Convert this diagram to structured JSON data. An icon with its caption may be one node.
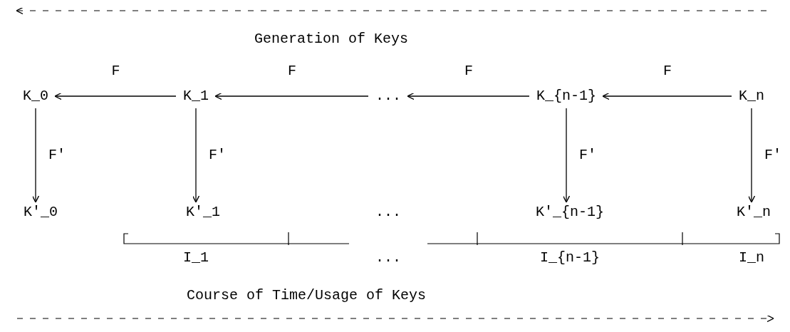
{
  "diagram": {
    "nodes": [
      {
        "text": [
          "K_0"
        ]
      },
      {
        "text": [
          "K_1"
        ]
      },
      {
        "text": [
          "..."
        ]
      },
      {
        "text": [
          "K_{n-1}"
        ]
      },
      {
        "text": [
          "K_n"
        ]
      },
      {
        "text": [
          "K'_0"
        ]
      },
      {
        "text": [
          "K'_1"
        ]
      },
      {
        "text": [
          "K'_{n-1}"
        ]
      },
      {
        "text": [
          "K'_n"
        ]
      }
    ],
    "edges": [
      {
        "from": 1,
        "to": 0,
        "arrow": "to",
        "label": "F"
      },
      {
        "from": 2,
        "to": 1,
        "arrow": "to",
        "label": "F"
      },
      {
        "from": 3,
        "to": 2,
        "arrow": "to",
        "label": "F"
      },
      {
        "from": 4,
        "to": 3,
        "arrow": "to",
        "label": "F"
      },
      {
        "from": 0,
        "to": 5,
        "arrow": "to",
        "label": "F'"
      },
      {
        "from": 1,
        "to": 6,
        "arrow": "to",
        "label": "F'"
      },
      {
        "from": 3,
        "to": 7,
        "arrow": "to",
        "label": "F'"
      },
      {
        "from": 4,
        "to": 8,
        "arrow": "to",
        "label": "F'"
      }
    ],
    "labels": [
      "Generation of Keys",
      "...",
      "I_1",
      "...",
      "I_{n-1}",
      "I_n",
      "Course of Time/Usage of Keys"
    ]
  }
}
